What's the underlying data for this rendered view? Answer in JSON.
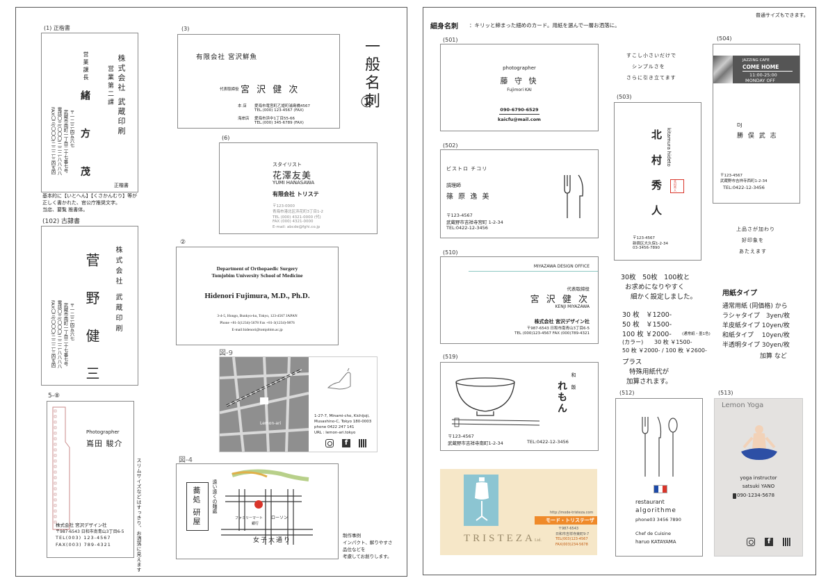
{
  "left": {
    "heading_vertical": "一般名刺",
    "heading_num": "①",
    "c1": {
      "label": "(1) 正楷書",
      "company": "株式会社 武蔵印刷",
      "dept": "営業第二課",
      "title": "営業課長",
      "name": "緒 方 茂",
      "address_lines": [
        "〒一二三-四五六七",
        "武蔵市南町一丁目二十七番七号",
        "電話〇三(〇〇〇)二二二-八八八八",
        "FAX〇三(〇〇〇)二二二-三四五四"
      ],
      "style_tag": "正楷書"
    },
    "c1_note": [
      "基本的に【いとへん】【くさかんむり】等が",
      "正しく書かれた、官公庁推奨文字。",
      "当店、要覧 推書体。"
    ],
    "c102": {
      "label": "(102) 古隷書",
      "company": "株式会社 武蔵印刷",
      "name": "菅 野 健 三",
      "address_lines": [
        "〒一二三-四五六七",
        "武蔵市南町一丁目二十七番七号",
        "電話〇三(〇〇〇)二二二-八八八八",
        "FAX〇三(〇〇〇)二二二-三四五四"
      ]
    },
    "c58": {
      "label": "5-⑧",
      "title": "Photographer",
      "name": "嶌田 駿介",
      "company": "株式会社 宮沢デザイン社",
      "addr1": "〒987-6543 日和市南青山3丁目6-5",
      "tel": "TEL(003) 123-4567",
      "fax": "FAX(003) 789-4321",
      "side_note": "スリムサイズなどはすっきり、お洒落に見えます"
    },
    "c3": {
      "label": "(3)",
      "company": "有限会社 宮沢鮮魚",
      "role": "代表取締役",
      "name": "宮 沢 健 次",
      "b1_label": "本 店",
      "b1_addr": "愛海市竜宮町乙姫町浦島橋4567",
      "b1_tel": "TEL.(000) 123-4567 (FAX)",
      "b2_label": "海岸店",
      "b2_addr": "愛海市浜中1丁目55-66",
      "b2_tel": "TEL.(000) 345-6789 (FAX)"
    },
    "c6": {
      "label": "(6)",
      "role": "スタイリスト",
      "name": "花澤友美",
      "roman": "YUMI HANASAWA",
      "company": "有限会社 トリステ",
      "zip": "〒123-0000",
      "addr": "青海市港北区浜花町3丁目1-2",
      "tel": "TEL (000) 4321-0000 (代)",
      "fax": "FAX (000) 4321-0000",
      "email": "E-mail: abcde@fghi.co.jp"
    },
    "c2": {
      "label": "②",
      "dept": "Department of Orthopaedic Surgery",
      "school": "Tomjobim University School of Medicine",
      "name": "Hidenori Fujimura, M.D., Ph.D.",
      "addr": "3-4-5, Hongo, Bunkyo-ku, Tokyo, 123-4567 JAPAN",
      "phone": "Phone +81-3(1234)-5678  Fax +81-3(1234)-9876",
      "email": "E-mail:hidenori@tomjobim.ac.jp"
    },
    "f9": {
      "label": "図-9",
      "shop": "Lemon-ari",
      "addr1": "1-27-7, Minami-cho, Kichijoji,",
      "addr2": "Musashino-C, Tokyo 180-0003",
      "phone": "phone 0422 247 141",
      "url": "URL : lemon-ari.tokyo"
    },
    "f4": {
      "label": "図-4",
      "brand_v": "蕎処 研屋",
      "catch_v": "遠い遠くの麺處",
      "street": "女子大通り",
      "store": "ローソン",
      "store2": "ファミリーマート",
      "bank": "銀行",
      "note_lines": [
        "制作事例",
        "インパクト、解りやすさ",
        "品位などを",
        "考慮してお創りします。"
      ]
    }
  },
  "right": {
    "header": "細身名刺",
    "header_desc": "：キリッと締まった細めのカード。用紙を選んで一層お洒落に。",
    "corner_note": "普通サイズもできます。",
    "c501": {
      "label": "(501)",
      "role": "photographer",
      "name": "藤 守 快",
      "roman": "Fujimori KAI",
      "phone": "090-6790-6529",
      "email": "kaicfu@mail.com"
    },
    "c502": {
      "label": "(502)",
      "shop": "ビストロ チコリ",
      "role": "調理師",
      "name": "篠 原 逸 美",
      "zip": "〒123-4567",
      "addr": "武蔵野市吉祥寺宮町 1-2-34",
      "tel": "TEL:0422-12-3456"
    },
    "c510": {
      "label": "(510)",
      "office": "MIYAZAWA DESIGN OFFICE",
      "role": "代表取締役",
      "name": "宮 沢 健 次",
      "roman": "KENJI MIYAZAWA",
      "company": "株式会社 宮沢デザイン社",
      "addr": "〒987-6543 日和市南青山3丁目6-5",
      "telfax": "TEL (000)123-4567  FAX (000)789-4321"
    },
    "c519": {
      "label": "(519)",
      "brand_small": "和 飯",
      "brand": "れもん",
      "zip": "〒123-4567",
      "addr": "武蔵野市吉祥寺南町1-2-34",
      "tel": "TEL:0422-12-3456"
    },
    "tristeza": {
      "brand": "TRISTEZA",
      "ltd": "Ltd.",
      "url": "http://mode-tristeza.com",
      "name_jp": "モード・トリステーザ",
      "zip": "〒987-6543",
      "addr": "日和市吉祥寺東町9-7",
      "tel": "TEL(003)123-4567",
      "fax": "FAX(003)234-5678"
    },
    "mid_note1": [
      "すこし小さいだけで",
      "シンプルさを",
      "さらに引き立てます"
    ],
    "c503": {
      "label": "(503)",
      "name": "北 村 秀 人",
      "roman": "kitamura hideto",
      "seal": "北村秀人",
      "zip": "〒123-4567",
      "addr": "新宿区大久保1-2-34",
      "tel": "03-3456-7890"
    },
    "c504": {
      "label": "(504)",
      "top1": "JAZZING CAFE",
      "top2": "COME HOME",
      "hours": "11:00-25:00",
      "off": "MONDAY OFF",
      "role": "DJ",
      "name": "勝 俣 武 志",
      "zip": "〒123-4567",
      "addr": "武蔵野市吉祥寺西町1-2-34",
      "tel": "TEL:0422-12-3456"
    },
    "mid_note2": [
      "上品さが加わり",
      "好印象を",
      "あたえます"
    ],
    "pricing": {
      "intro": [
        "30枚　50枚　100枚と",
        "お求めになりやすく",
        "細かく設定しました。"
      ],
      "rows": [
        "30 枚　￥1200-",
        "50 枚　￥1500-",
        "100 枚 ￥2000-"
      ],
      "row3_note": "(通常紙・墨1色)",
      "color_label": "(カラー)",
      "color_30": "30 枚 ￥1500-",
      "color_50_100": "50 枚 ￥2000- / 100 枚 ￥2600-",
      "plus": "プラス",
      "special": "特殊用紙代が",
      "added": "加算されます。"
    },
    "paper": {
      "title": "用紙タイプ",
      "items": [
        "通常用紙 (同価格) から",
        "ラシャタイプ　3yen/枚",
        "羊皮紙タイプ 10yen/枚",
        "和紙タイプ　 10yen/枚",
        "半透明タイプ 30yen/枚"
      ],
      "extra": "加算 など"
    },
    "c512": {
      "label": "(512)",
      "type": "restaurant",
      "name_en": "algorithme",
      "phone": "phone03 3456 7890",
      "role": "Chef de Cuisine",
      "person": "haruo KATAYAMA"
    },
    "c513": {
      "label": "(513)",
      "brand": "Lemon Yoga",
      "role": "yoga instructor",
      "name": "satsuki  YANO",
      "phone": "090-1234-5678"
    },
    "colors": {
      "gray_card": "#e8e6e3",
      "tristeza_bg": "#f6e7c8",
      "tristeza_orange": "#ef8a2a",
      "mannequin_bg": "#8cc5d2",
      "yoga_bg": "#e4e2e0",
      "seal_red": "#d9352a"
    }
  }
}
